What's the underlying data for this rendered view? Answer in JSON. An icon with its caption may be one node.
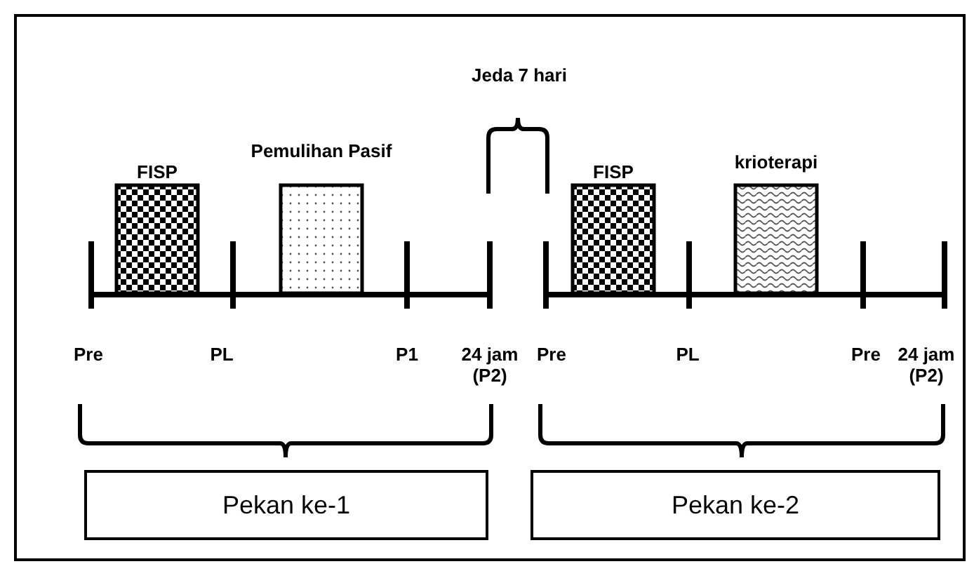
{
  "diagram": {
    "nodes": [
      {
        "text": [
          "FISP"
        ]
      },
      {
        "text": [
          "Pemulihan Pasif"
        ]
      },
      {
        "text": [
          "FISP"
        ]
      },
      {
        "text": [
          "krioterapi"
        ]
      },
      {
        "text": [
          "Pekan ke-1"
        ]
      },
      {
        "text": [
          "Pekan ke-2"
        ]
      }
    ],
    "labels": [
      "Jeda 7 hari",
      "Pre",
      "PL",
      "P1",
      "24 jam (P2)",
      "Pre",
      "PL",
      "Pre",
      "24 jam (P2)"
    ]
  }
}
